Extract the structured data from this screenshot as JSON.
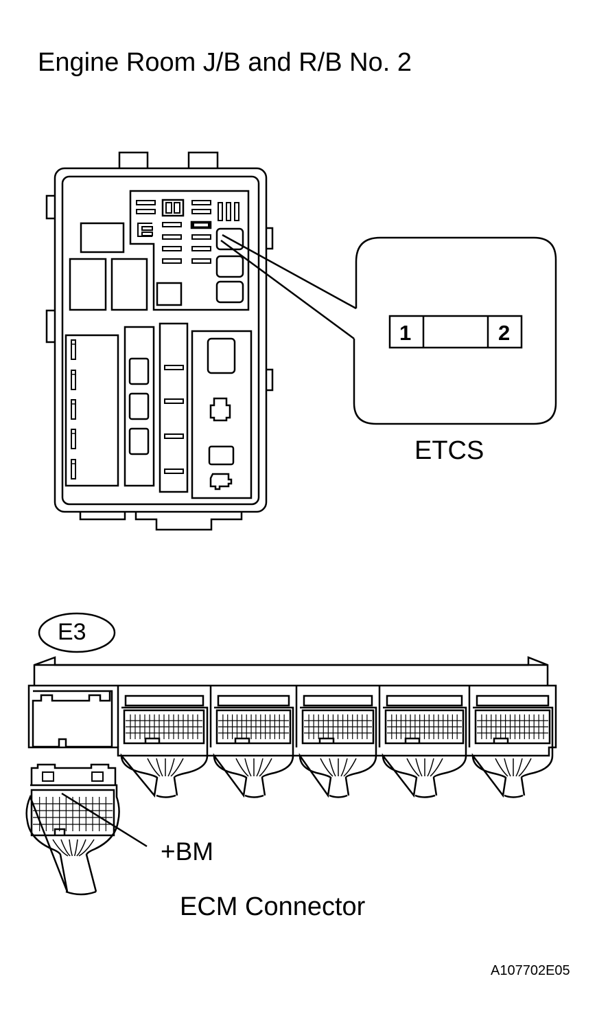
{
  "diagram": {
    "title": "Engine Room J/B and R/B No. 2",
    "fuse_label": "ETCS",
    "fuse_terminals": [
      "1",
      "2"
    ],
    "connector_code": "E3",
    "pin_label": "+BM",
    "connector_name": "ECM Connector",
    "figure_id": "A107702E05"
  },
  "style": {
    "line_color": "#000000",
    "background": "#ffffff"
  }
}
